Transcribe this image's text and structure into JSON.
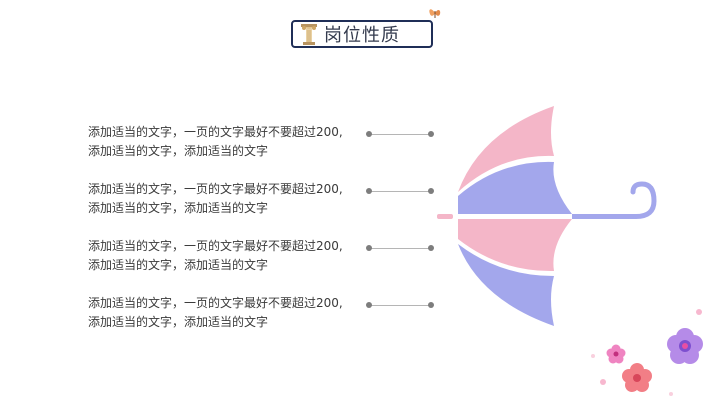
{
  "title": {
    "text": "岗位性质",
    "icon": "pillar-icon"
  },
  "items": [
    {
      "line1": "添加适当的文字，一页的文字最好不要超过200,",
      "line2": "添加适当的文字，添加适当的文字"
    },
    {
      "line1": "添加适当的文字，一页的文字最好不要超过200,",
      "line2": "添加适当的文字，添加适当的文字"
    },
    {
      "line1": "添加适当的文字，一页的文字最好不要超过200,",
      "line2": "添加适当的文字，添加适当的文字"
    },
    {
      "line1": "添加适当的文字，一页的文字最好不要超过200,",
      "line2": "添加适当的文字，添加适当的文字"
    }
  ],
  "colors": {
    "title_border": "#1f2e57",
    "umbrella_pink": "#f4b6c8",
    "umbrella_purple": "#a3a7ec",
    "connector_dot": "#7d7d7d",
    "connector_line": "#b5b5b5"
  },
  "decorations": [
    "butterfly-icon",
    "umbrella-illustration",
    "flower-decoration"
  ]
}
